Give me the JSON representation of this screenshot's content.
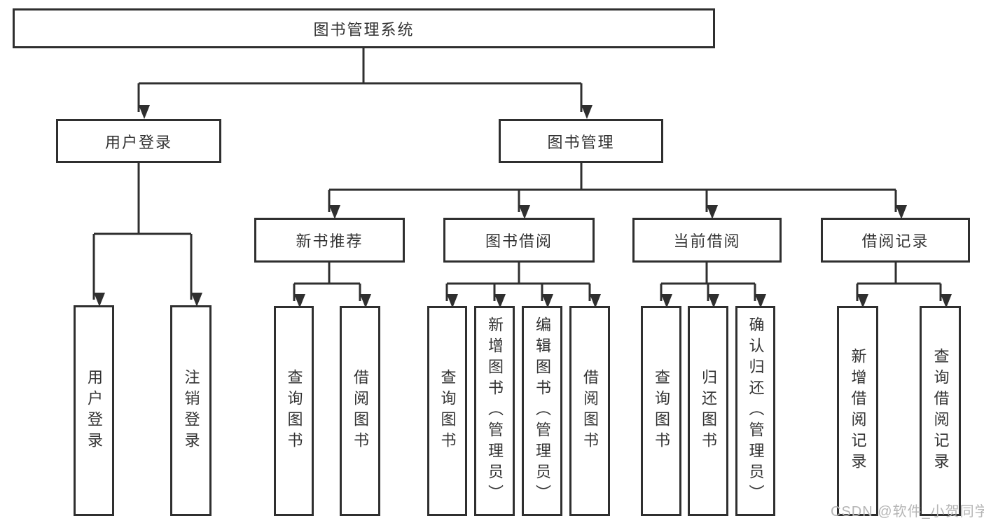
{
  "tree": {
    "label": "图书管理系统",
    "children": [
      {
        "label": "用户登录",
        "children": [
          {
            "label": "用户登录"
          },
          {
            "label": "注销登录"
          }
        ]
      },
      {
        "label": "图书管理",
        "children": [
          {
            "label": "新书推荐",
            "children": [
              {
                "label": "查询图书"
              },
              {
                "label": "借阅图书"
              }
            ]
          },
          {
            "label": "图书借阅",
            "children": [
              {
                "label": "查询图书"
              },
              {
                "label": "新增图书（管理员）"
              },
              {
                "label": "编辑图书（管理员）"
              },
              {
                "label": "借阅图书"
              }
            ]
          },
          {
            "label": "当前借阅",
            "children": [
              {
                "label": "查询图书"
              },
              {
                "label": "归还图书"
              },
              {
                "label": "确认归还（管理员）"
              }
            ]
          },
          {
            "label": "借阅记录",
            "children": [
              {
                "label": "新增借阅记录"
              },
              {
                "label": "查询借阅记录"
              }
            ]
          }
        ]
      }
    ]
  },
  "watermark": "CSDN @软件_小贺同学",
  "colors": {
    "line": "#2f2f2f",
    "text": "#333333",
    "watermark": "#b5b5b5",
    "background": "#ffffff"
  }
}
